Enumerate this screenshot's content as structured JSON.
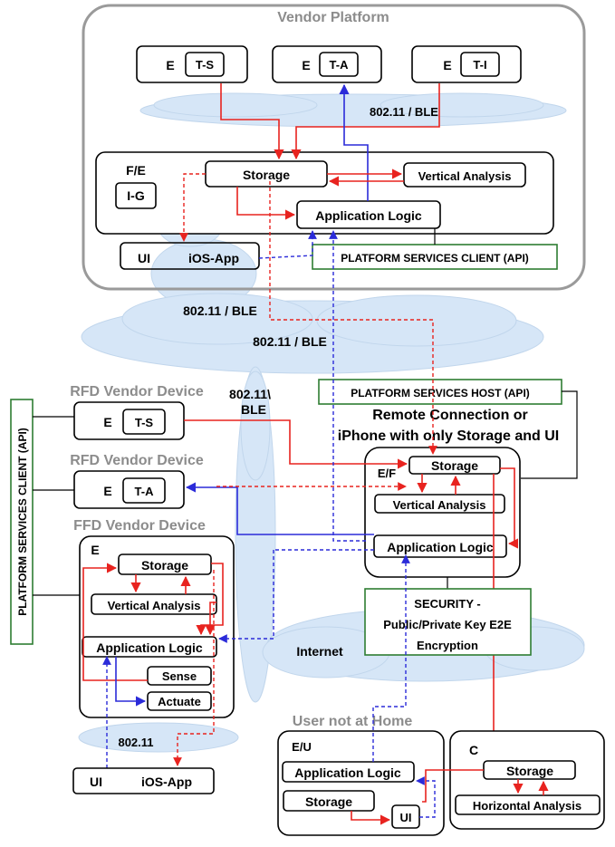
{
  "labels": {
    "vendor_platform": "Vendor Platform",
    "e": "E",
    "t_s": "T-S",
    "t_a": "T-A",
    "t_i": "T-I",
    "proto_ble": "802.11 / BLE",
    "fe": "F/E",
    "ig": "I-G",
    "storage": "Storage",
    "vertical_analysis": "Vertical Analysis",
    "application_logic": "Application Logic",
    "ui": "UI",
    "ios_app": "iOS-App",
    "platform_services_client": "PLATFORM SERVICES CLIENT (API)",
    "platform_services_host": "PLATFORM SERVICES HOST (API)",
    "rfd_vendor_device": "RFD Vendor Device",
    "ffd_vendor_device": "FFD Vendor Device",
    "proto_ble_v1": "802.11\\",
    "proto_ble_v2": "BLE",
    "remote_connection_1": "Remote Connection or",
    "remote_connection_2": "iPhone with only Storage and UI",
    "ef": "E/F",
    "sense": "Sense",
    "actuate": "Actuate",
    "security_1": "SECURITY -",
    "security_2": "Public/Private Key E2E",
    "security_3": "Encryption",
    "internet": "Internet",
    "proto_80211": "802.11",
    "user_not_at_home": "User not at Home",
    "eu": "E/U",
    "c": "C",
    "horizontal_analysis": "Horizontal Analysis"
  },
  "colors": {
    "data_flow": "#e8231f",
    "control_flow": "#2b2bd9",
    "security_border": "#2e7d32",
    "cloud_fill": "#d6e6f7",
    "heading_grey": "#8c8c8c"
  }
}
